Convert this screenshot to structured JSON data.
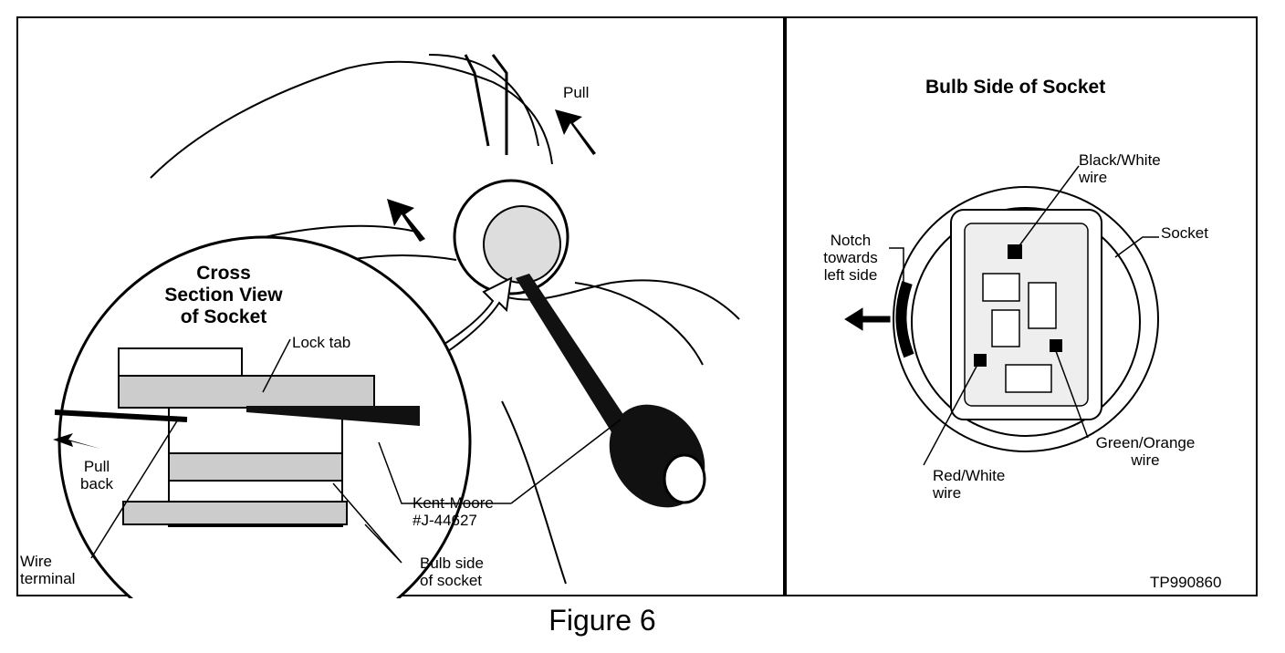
{
  "left_panel": {
    "pull": "Pull",
    "inset_title": [
      "Cross",
      "Section View",
      "of Socket"
    ],
    "lock_tab": "Lock tab",
    "pull_back": [
      "Pull",
      "back"
    ],
    "tool": [
      "Kent-Moore",
      "#J-44627"
    ],
    "bulb_side": [
      "Bulb side",
      "of socket"
    ],
    "wire_terminal": [
      "Wire",
      "terminal"
    ]
  },
  "right_panel": {
    "title": "Bulb Side of Socket",
    "black_white": [
      "Black/White",
      "wire"
    ],
    "socket": "Socket",
    "notch": [
      "Notch",
      "towards",
      "left side"
    ],
    "green_orange": [
      "Green/Orange",
      "wire"
    ],
    "red_white": [
      "Red/White",
      "wire"
    ],
    "ref_code": "TP990860"
  },
  "caption": "Figure 6"
}
